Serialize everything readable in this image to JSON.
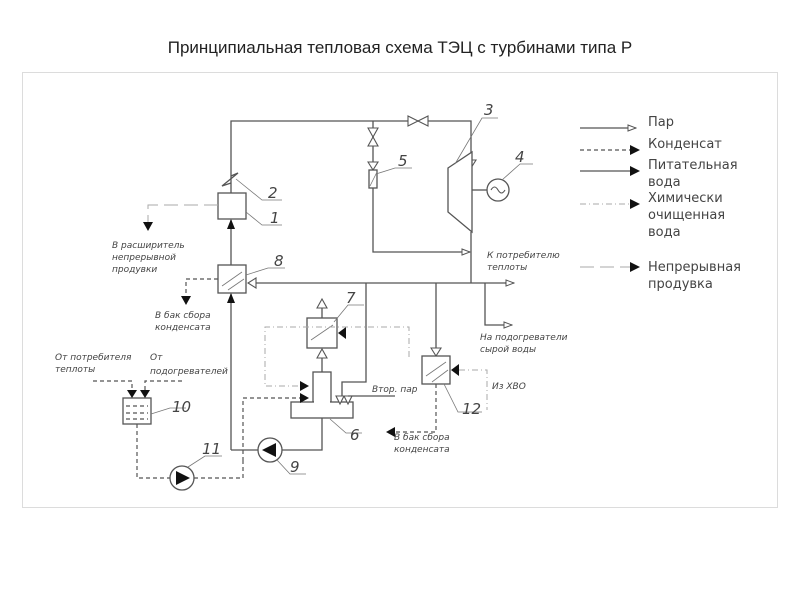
{
  "title": "Принципиальная тепловая схема ТЭЦ с турбинами типа Р",
  "legend": [
    {
      "key": "steam",
      "label": "Пар"
    },
    {
      "key": "condensate",
      "label": "Конденсат"
    },
    {
      "key": "feedwater",
      "label": "Питательная вода"
    },
    {
      "key": "chem_treated",
      "label": "Химически очищенная вода"
    },
    {
      "key": "blowdown",
      "label": "Непрерывная продувка"
    }
  ],
  "legend_lines": {
    "feedwater": [
      "Питательная",
      "вода"
    ],
    "chem_treated": [
      "Химически",
      "очищенная",
      "вода"
    ],
    "blowdown": [
      "Непрерывная",
      "продувка"
    ]
  },
  "components": {
    "boiler": "1",
    "superheater": "2",
    "turbine": "3",
    "generator": "4",
    "rou": "5",
    "deaerator": "6",
    "evaporator": "7",
    "hp_heater": "8",
    "feed_pump": "9",
    "condensate_tank": "10",
    "condensate_pump": "11",
    "hvo_heater": "12"
  },
  "labels": {
    "to_expander": [
      "В расширитель",
      "непрерывной",
      "продувки"
    ],
    "to_tank_1": [
      "В бак сбора",
      "конденсата"
    ],
    "to_heat_consumer": [
      "К потребителю",
      "теплоты"
    ],
    "to_raw_water_heaters": [
      "На подогреватели",
      "сырой воды"
    ],
    "from_heat_consumer": [
      "От потребителя",
      "теплоты"
    ],
    "from_heaters": [
      "От",
      "подогревателей"
    ],
    "secondary_steam": "Втор. пар",
    "from_hvo": "Из ХВО",
    "to_tank_2": [
      "В бак сбора",
      "конденсата"
    ]
  }
}
